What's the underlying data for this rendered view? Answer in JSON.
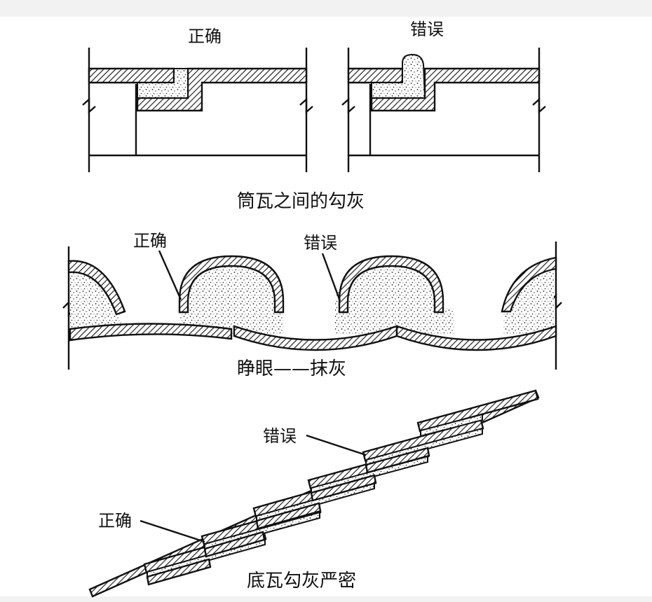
{
  "labels": {
    "correct": "正确",
    "wrong": "错误"
  },
  "captions": {
    "fig1": "筒瓦之间的勾灰",
    "fig2": "睁眼——抹灰",
    "fig3": "底瓦勾灰严密"
  },
  "colors": {
    "ink": "#111111",
    "paper": "#ffffff",
    "band": "#f2f2f2"
  }
}
